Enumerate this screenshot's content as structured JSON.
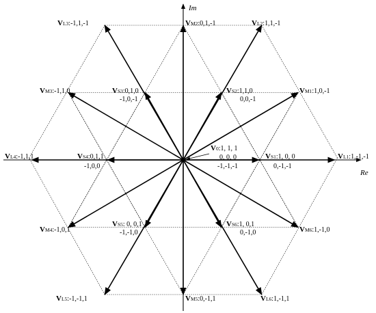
{
  "axes": {
    "re_label": "Re",
    "im_label": "Im"
  },
  "vectors": [
    {
      "id": "L1",
      "kind": "large",
      "vname": "V",
      "sub": "L1",
      "text": ":1,-1,-1",
      "alt": ""
    },
    {
      "id": "L2",
      "kind": "large",
      "vname": "V",
      "sub": "L2",
      "text": ":1,1,-1",
      "alt": ""
    },
    {
      "id": "L3",
      "kind": "large",
      "vname": "V",
      "sub": "L3",
      "text": ":-1,1,-1",
      "alt": ""
    },
    {
      "id": "L4",
      "kind": "large",
      "vname": "V",
      "sub": "L4",
      "text": ":-1,1,1",
      "alt": ""
    },
    {
      "id": "L5",
      "kind": "large",
      "vname": "V",
      "sub": "L5",
      "text": ":-1,-1,1",
      "alt": ""
    },
    {
      "id": "L6",
      "kind": "large",
      "vname": "V",
      "sub": "L6",
      "text": ":1,-1,1",
      "alt": ""
    },
    {
      "id": "M1",
      "kind": "medium",
      "vname": "V",
      "sub": "M1",
      "text": ":1,0,-1",
      "alt": ""
    },
    {
      "id": "M2",
      "kind": "medium",
      "vname": "V",
      "sub": "M2",
      "text": ":0,1,-1",
      "alt": ""
    },
    {
      "id": "M3",
      "kind": "medium",
      "vname": "V",
      "sub": "M3",
      "text": ":-1,1,0",
      "alt": ""
    },
    {
      "id": "M4",
      "kind": "medium",
      "vname": "V",
      "sub": "M4",
      "text": ":-1,0,1",
      "alt": ""
    },
    {
      "id": "M5",
      "kind": "medium",
      "vname": "V",
      "sub": "M5",
      "text": ":0,-1,1",
      "alt": ""
    },
    {
      "id": "M6",
      "kind": "medium",
      "vname": "V",
      "sub": "M6",
      "text": ":1,-1,0",
      "alt": ""
    },
    {
      "id": "S1",
      "kind": "small",
      "vname": "V",
      "sub": "S1",
      "text": ":1, 0, 0",
      "alt": "0,-1,-1"
    },
    {
      "id": "S2",
      "kind": "small",
      "vname": "V",
      "sub": "S2",
      "text": ":1,1,0",
      "alt": "0,0,-1"
    },
    {
      "id": "S3",
      "kind": "small",
      "vname": "V",
      "sub": "S3",
      "text": ":0,1,0",
      "alt": "-1,0,-1"
    },
    {
      "id": "S4",
      "kind": "small",
      "vname": "V",
      "sub": "S4",
      "text": ":0,1,1",
      "alt": "-1,0,0"
    },
    {
      "id": "S5",
      "kind": "small",
      "vname": "V",
      "sub": "S5",
      "text": ": 0, 0,1",
      "alt": "-1,-1,0"
    },
    {
      "id": "S6",
      "kind": "small",
      "vname": "V",
      "sub": "S6",
      "text": ":1, 0,1",
      "alt": "0,-1,0"
    }
  ],
  "zero_vector": {
    "vname": "V",
    "sub": "0",
    "text": ":1, 1, 1",
    "alt1": "0, 0, 0",
    "alt2": "-1,-1,-1"
  }
}
